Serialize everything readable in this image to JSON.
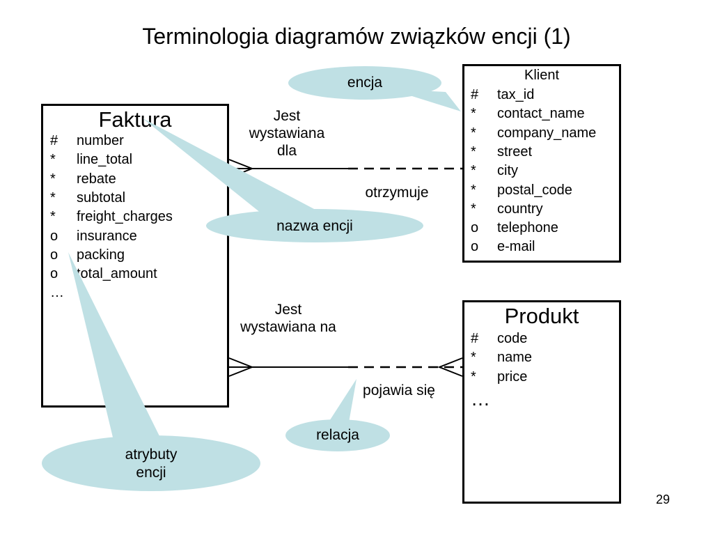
{
  "title": "Terminologia diagramów związków encji (1)",
  "page_number": "29",
  "entities": {
    "faktura": {
      "name": "Faktura",
      "attributes": [
        {
          "marker": "#",
          "name": "number"
        },
        {
          "marker": "*",
          "name": "line_total"
        },
        {
          "marker": "*",
          "name": "rebate"
        },
        {
          "marker": "*",
          "name": "subtotal"
        },
        {
          "marker": "*",
          "name": "freight_charges"
        },
        {
          "marker": "o",
          "name": "insurance"
        },
        {
          "marker": "o",
          "name": "packing"
        },
        {
          "marker": "o",
          "name": "total_amount"
        },
        {
          "marker": "…",
          "name": ""
        }
      ]
    },
    "klient": {
      "name": "Klient",
      "attributes": [
        {
          "marker": "#",
          "name": "tax_id"
        },
        {
          "marker": "*",
          "name": "contact_name"
        },
        {
          "marker": "*",
          "name": "company_name"
        },
        {
          "marker": "*",
          "name": "street"
        },
        {
          "marker": "*",
          "name": "city"
        },
        {
          "marker": "*",
          "name": "postal_code"
        },
        {
          "marker": "*",
          "name": "country"
        },
        {
          "marker": "o",
          "name": "telephone"
        },
        {
          "marker": "o",
          "name": "e-mail"
        }
      ]
    },
    "produkt": {
      "name": "Produkt",
      "attributes": [
        {
          "marker": "#",
          "name": "code"
        },
        {
          "marker": "*",
          "name": "name"
        },
        {
          "marker": "*",
          "name": "price"
        },
        {
          "marker": "…",
          "name": ""
        }
      ]
    }
  },
  "relationships": {
    "faktura_klient": {
      "left_label": "Jest wystawiana dla",
      "right_label": "otrzymuje"
    },
    "faktura_produkt": {
      "left_label": "Jest wystawiana na",
      "right_label": "pojawia się"
    }
  },
  "callouts": {
    "encja": "encja",
    "nazwa_encji": "nazwa encji",
    "relacja": "relacja",
    "atrybuty_encji": "atrybuty encji"
  },
  "colors": {
    "callout_fill": "#bfe0e4",
    "line": "#000000",
    "background": "#ffffff"
  }
}
